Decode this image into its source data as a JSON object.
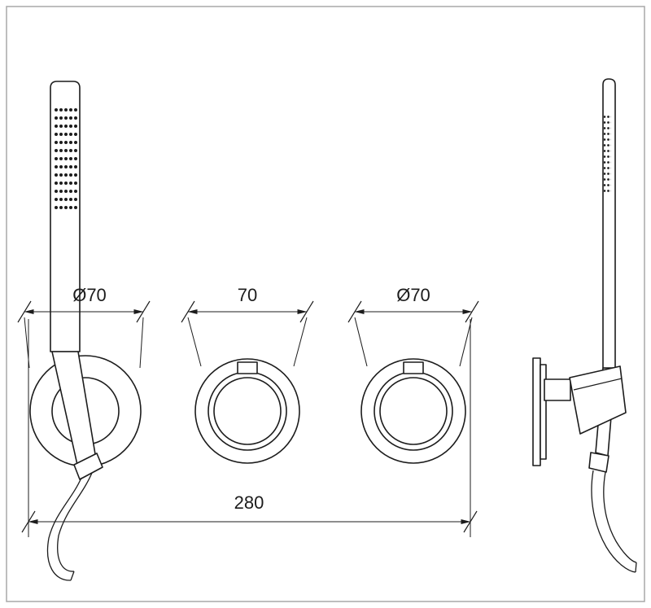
{
  "drawing": {
    "dim_labels": {
      "holder_diameter": "Ø70",
      "valve_center": "70",
      "valve_diameter": "Ø70",
      "overall_width": "280"
    },
    "colors": {
      "line": "#1c1c1c",
      "frame": "#a9a9a9",
      "background": "#ffffff"
    }
  }
}
